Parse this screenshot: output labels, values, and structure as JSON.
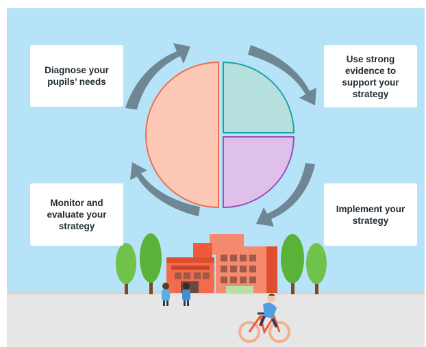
{
  "steps": {
    "diagnose": "Diagnose your pupils’ needs",
    "evidence": "Use strong evidence to support your strategy",
    "implement": "Implement your strategy",
    "monitor": "Monitor and evaluate your strategy"
  },
  "colors": {
    "sky": "#b7e3f8",
    "arrow": "#6f8794",
    "half_fill": "#fdc9b6",
    "half_stroke": "#ef6d4e",
    "teal_fill": "#b5e0dd",
    "teal_stroke": "#1aa6a0",
    "purple_fill": "#dfc0e8",
    "purple_stroke": "#9a4fc2",
    "ground": "#e6e6e6",
    "building": "#f26b4c",
    "tree": "#6fc24a"
  },
  "icons": [
    "cycle-arrow-icon",
    "pie-icon",
    "tree-icon",
    "school-building-icon",
    "pupil-icon",
    "cyclist-icon"
  ]
}
